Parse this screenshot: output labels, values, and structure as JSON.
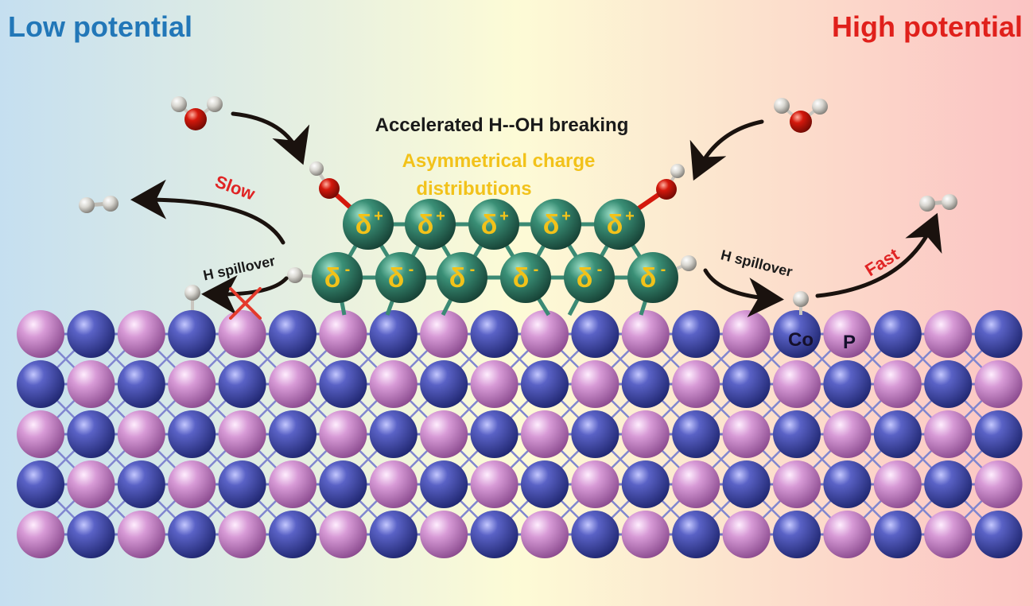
{
  "labels": {
    "low_potential": "Low potential",
    "high_potential": "High potential",
    "title": "Accelerated H--OH breaking",
    "subtitle_line1": "Asymmetrical  charge",
    "subtitle_line2": "distributions",
    "slow": "Slow",
    "fast": "Fast",
    "spillover_left": "H spillover",
    "spillover_right": "H spillover",
    "co": "Co",
    "p": "P",
    "delta_plus": "δ",
    "delta_minus": "δ",
    "plus": "+",
    "minus": "-"
  },
  "colors": {
    "background_left": "#c5dff0",
    "background_center": "#fdfbd6",
    "background_right": "#fbc3c3",
    "low_potential": "#2277b8",
    "high_potential": "#e0201b",
    "slow": "#e02424",
    "fast": "#e02424",
    "asymmetry_text": "#f2c21a",
    "cluster_atom": "#3a8f76",
    "co_atom": "#4c55b8",
    "p_atom": "#d98bd6",
    "oxygen": "#d4180c",
    "hydrogen": "#d8d6d0",
    "arrow": "#1a120e",
    "cross": "#e43a2c"
  },
  "icons": [
    "water-molecule-icon",
    "hydrogen-molecule-icon",
    "cross-icon",
    "arrow-icon"
  ]
}
